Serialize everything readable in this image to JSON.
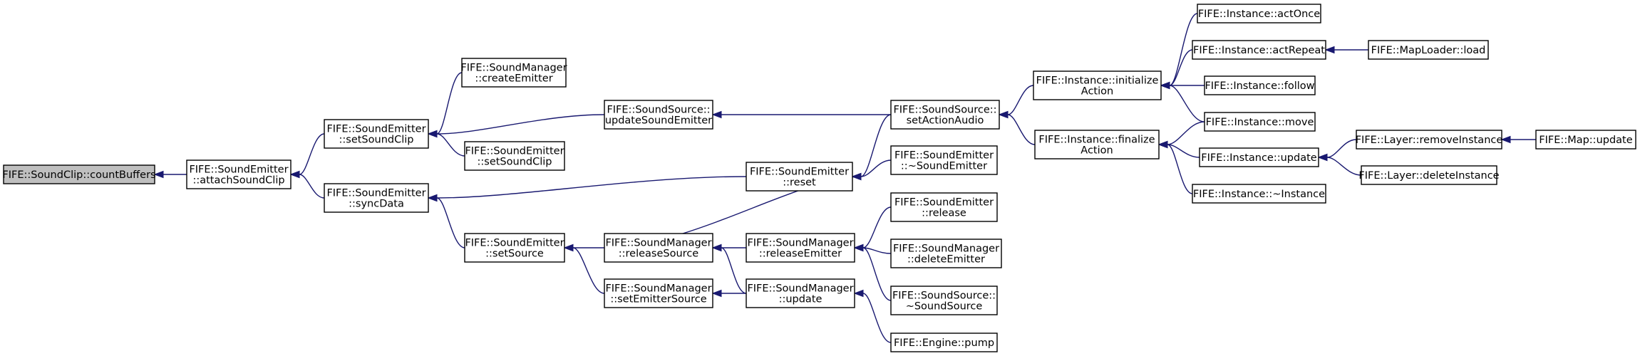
{
  "diagram": {
    "type": "caller-graph",
    "edge_color": "#191970",
    "root_fill": "#bfbfbf",
    "nodes": [
      {
        "id": "countBuffers",
        "lines": [
          "FIFE::SoundClip::countBuffers"
        ],
        "root": true
      },
      {
        "id": "attachSoundClip",
        "lines": [
          "FIFE::SoundEmitter",
          "::attachSoundClip"
        ]
      },
      {
        "id": "setSoundClip1",
        "lines": [
          "FIFE::SoundEmitter",
          "::setSoundClip"
        ]
      },
      {
        "id": "syncData",
        "lines": [
          "FIFE::SoundEmitter",
          "::syncData"
        ]
      },
      {
        "id": "createEmitter",
        "lines": [
          "FIFE::SoundManager",
          "::createEmitter"
        ]
      },
      {
        "id": "setSoundClip2",
        "lines": [
          "FIFE::SoundEmitter",
          "::setSoundClip"
        ]
      },
      {
        "id": "updateSoundEmitter",
        "lines": [
          "FIFE::SoundSource::",
          "updateSoundEmitter"
        ]
      },
      {
        "id": "setSource",
        "lines": [
          "FIFE::SoundEmitter",
          "::setSource"
        ]
      },
      {
        "id": "reset",
        "lines": [
          "FIFE::SoundEmitter",
          "::reset"
        ]
      },
      {
        "id": "releaseSource",
        "lines": [
          "FIFE::SoundManager",
          "::releaseSource"
        ]
      },
      {
        "id": "setEmitterSource",
        "lines": [
          "FIFE::SoundManager",
          "::setEmitterSource"
        ]
      },
      {
        "id": "setActionAudio",
        "lines": [
          "FIFE::SoundSource::",
          "setActionAudio"
        ]
      },
      {
        "id": "dtorSoundEmitter",
        "lines": [
          "FIFE::SoundEmitter",
          "::~SoundEmitter"
        ]
      },
      {
        "id": "releaseEmitter",
        "lines": [
          "FIFE::SoundManager",
          "::releaseEmitter"
        ]
      },
      {
        "id": "smUpdate",
        "lines": [
          "FIFE::SoundManager",
          "::update"
        ]
      },
      {
        "id": "release",
        "lines": [
          "FIFE::SoundEmitter",
          "::release"
        ]
      },
      {
        "id": "deleteEmitter",
        "lines": [
          "FIFE::SoundManager",
          "::deleteEmitter"
        ]
      },
      {
        "id": "dtorSoundSource",
        "lines": [
          "FIFE::SoundSource::",
          "~SoundSource"
        ]
      },
      {
        "id": "pump",
        "lines": [
          "FIFE::Engine::pump"
        ]
      },
      {
        "id": "initializeAction",
        "lines": [
          "FIFE::Instance::initialize",
          "Action"
        ]
      },
      {
        "id": "finalizeAction",
        "lines": [
          "FIFE::Instance::finalize",
          "Action"
        ]
      },
      {
        "id": "actOnce",
        "lines": [
          "FIFE::Instance::actOnce"
        ]
      },
      {
        "id": "actRepeat",
        "lines": [
          "FIFE::Instance::actRepeat"
        ]
      },
      {
        "id": "follow",
        "lines": [
          "FIFE::Instance::follow"
        ]
      },
      {
        "id": "move",
        "lines": [
          "FIFE::Instance::move"
        ]
      },
      {
        "id": "instUpdate",
        "lines": [
          "FIFE::Instance::update"
        ]
      },
      {
        "id": "dtorInstance",
        "lines": [
          "FIFE::Instance::~Instance"
        ]
      },
      {
        "id": "mapLoaderLoad",
        "lines": [
          "FIFE::MapLoader::load"
        ]
      },
      {
        "id": "removeInstance",
        "lines": [
          "FIFE::Layer::removeInstance"
        ]
      },
      {
        "id": "deleteInstance",
        "lines": [
          "FIFE::Layer::deleteInstance"
        ]
      },
      {
        "id": "mapUpdate",
        "lines": [
          "FIFE::Map::update"
        ]
      }
    ],
    "edges": [
      {
        "from": "attachSoundClip",
        "to": "countBuffers"
      },
      {
        "from": "setSoundClip1",
        "to": "attachSoundClip"
      },
      {
        "from": "syncData",
        "to": "attachSoundClip"
      },
      {
        "from": "createEmitter",
        "to": "setSoundClip1"
      },
      {
        "from": "setSoundClip2",
        "to": "setSoundClip1"
      },
      {
        "from": "updateSoundEmitter",
        "to": "setSoundClip1"
      },
      {
        "from": "setSource",
        "to": "syncData"
      },
      {
        "from": "reset",
        "to": "syncData"
      },
      {
        "from": "releaseSource",
        "to": "setSource"
      },
      {
        "from": "setEmitterSource",
        "to": "setSource"
      },
      {
        "from": "setActionAudio",
        "to": "updateSoundEmitter"
      },
      {
        "from": "setActionAudio",
        "to": "reset"
      },
      {
        "from": "dtorSoundEmitter",
        "to": "reset"
      },
      {
        "from": "releaseSource",
        "to": "reset"
      },
      {
        "from": "releaseEmitter",
        "to": "releaseSource"
      },
      {
        "from": "smUpdate",
        "to": "releaseSource"
      },
      {
        "from": "smUpdate",
        "to": "setEmitterSource"
      },
      {
        "from": "release",
        "to": "releaseEmitter"
      },
      {
        "from": "deleteEmitter",
        "to": "releaseEmitter"
      },
      {
        "from": "dtorSoundSource",
        "to": "releaseEmitter"
      },
      {
        "from": "pump",
        "to": "smUpdate"
      },
      {
        "from": "initializeAction",
        "to": "setActionAudio"
      },
      {
        "from": "finalizeAction",
        "to": "setActionAudio"
      },
      {
        "from": "actOnce",
        "to": "initializeAction"
      },
      {
        "from": "actRepeat",
        "to": "initializeAction"
      },
      {
        "from": "follow",
        "to": "initializeAction"
      },
      {
        "from": "move",
        "to": "initializeAction"
      },
      {
        "from": "move",
        "to": "finalizeAction"
      },
      {
        "from": "instUpdate",
        "to": "finalizeAction"
      },
      {
        "from": "dtorInstance",
        "to": "finalizeAction"
      },
      {
        "from": "mapLoaderLoad",
        "to": "actRepeat"
      },
      {
        "from": "removeInstance",
        "to": "instUpdate"
      },
      {
        "from": "deleteInstance",
        "to": "instUpdate"
      },
      {
        "from": "mapUpdate",
        "to": "removeInstance"
      }
    ]
  }
}
